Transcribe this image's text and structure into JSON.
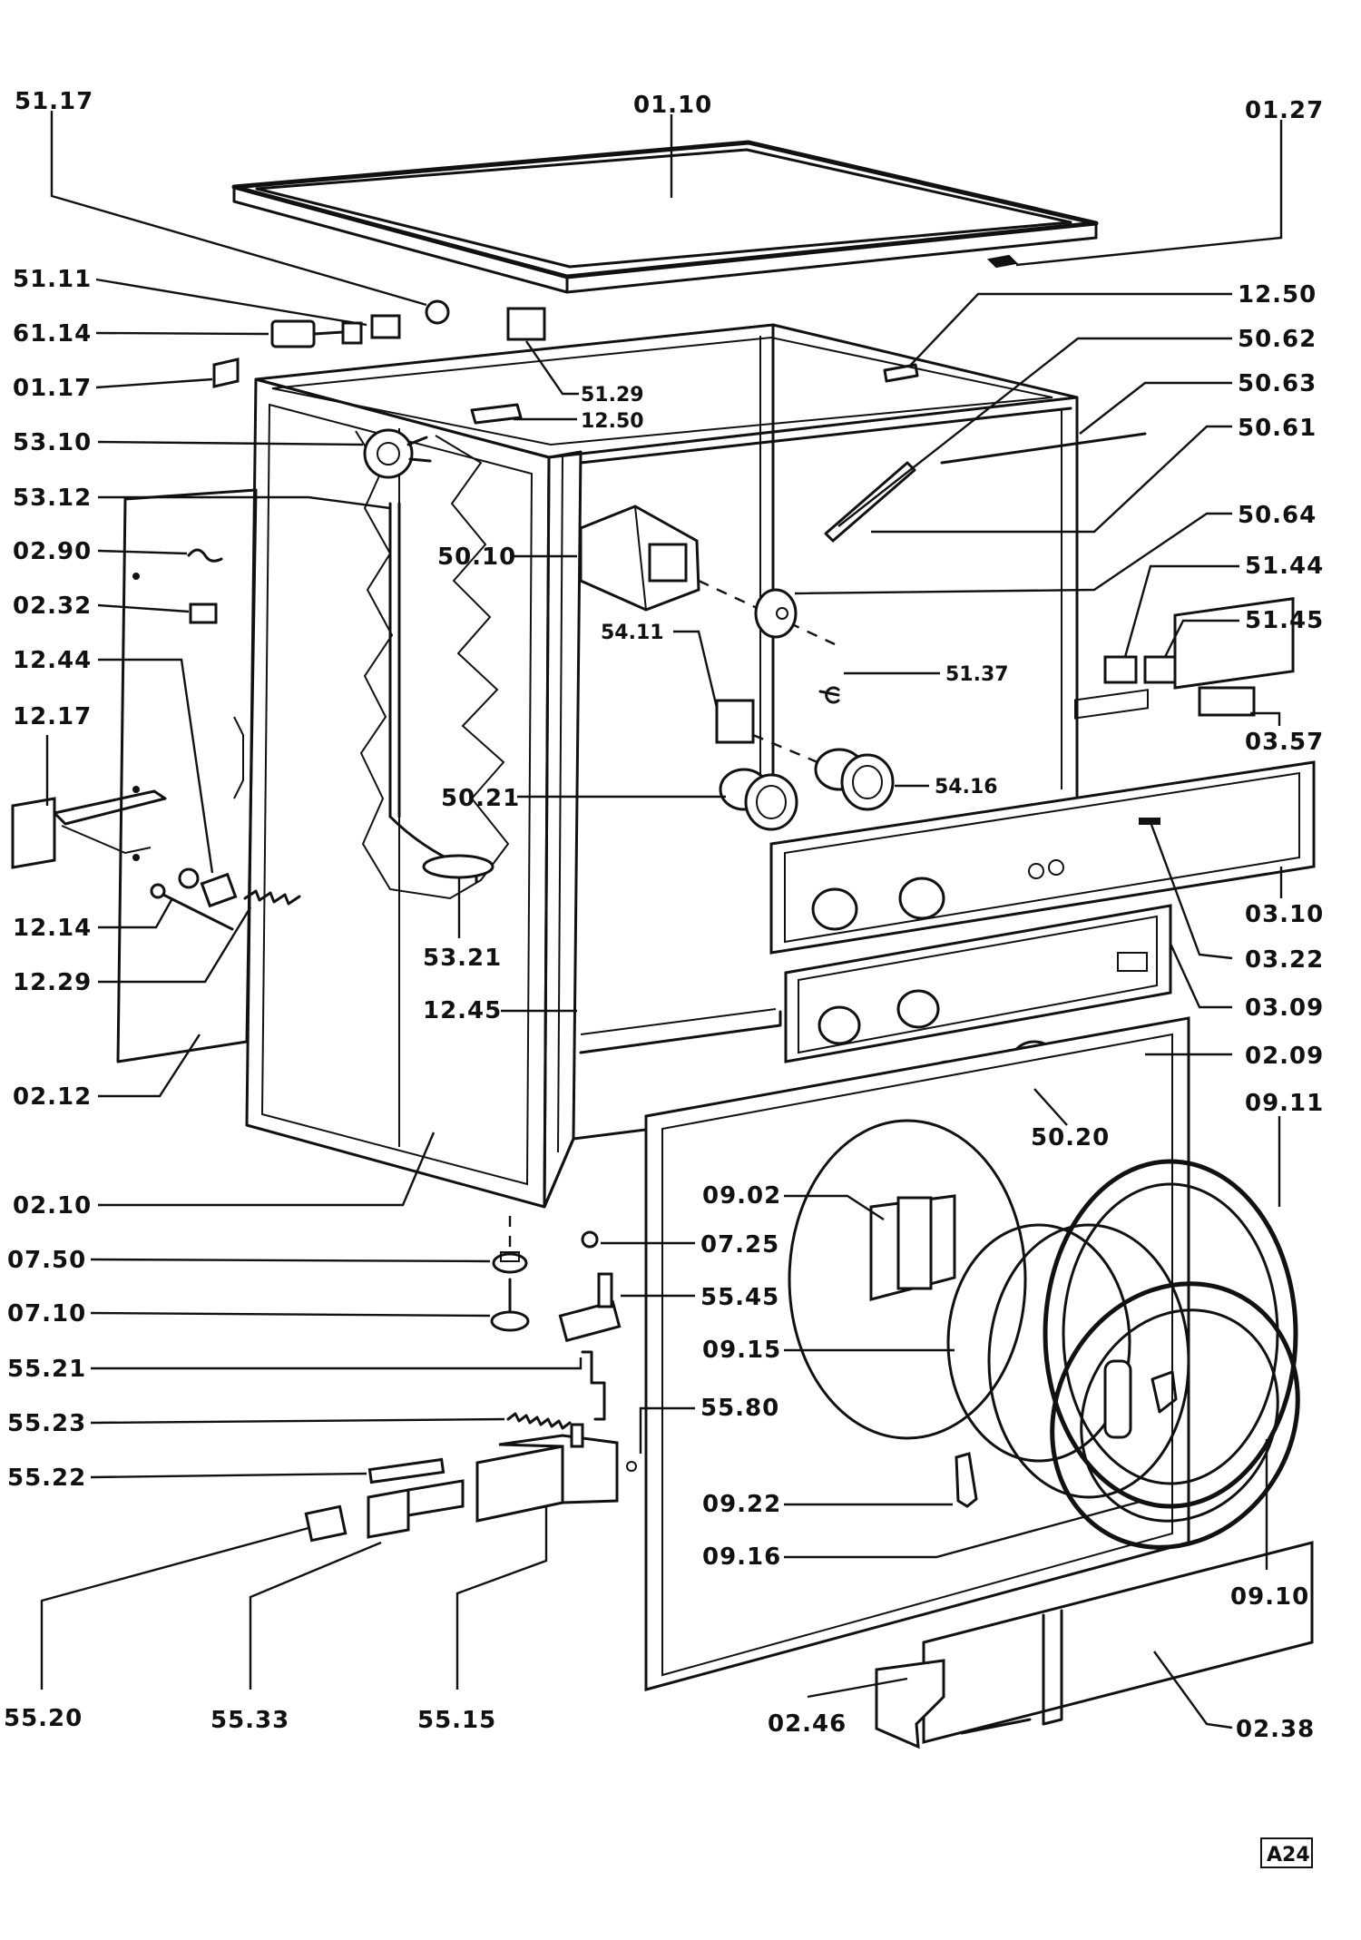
{
  "diagram": {
    "sheet_tag": "A24",
    "labels": {
      "l_51_17": "51.17",
      "l_01_10": "01.10",
      "l_01_27": "01.27",
      "l_51_11": "51.11",
      "l_12_50a": "12.50",
      "l_61_14": "61.14",
      "l_50_62": "50.62",
      "l_01_17": "01.17",
      "l_51_29": "51.29",
      "l_50_63": "50.63",
      "l_12_50b": "12.50",
      "l_53_10": "53.10",
      "l_50_61": "50.61",
      "l_53_12": "53.12",
      "l_50_64": "50.64",
      "l_02_90": "02.90",
      "l_50_10": "50.10",
      "l_51_44": "51.44",
      "l_02_32": "02.32",
      "l_54_11": "54.11",
      "l_51_45": "51.45",
      "l_12_44": "12.44",
      "l_51_37": "51.37",
      "l_12_17": "12.17",
      "l_03_57": "03.57",
      "l_54_16": "54.16",
      "l_50_21": "50.21",
      "l_12_14": "12.14",
      "l_03_10": "03.10",
      "l_53_21": "53.21",
      "l_03_22": "03.22",
      "l_12_29": "12.29",
      "l_03_09": "03.09",
      "l_12_45": "12.45",
      "l_02_09": "02.09",
      "l_02_12": "02.12",
      "l_09_11": "09.11",
      "l_50_20": "50.20",
      "l_02_10": "02.10",
      "l_09_02": "09.02",
      "l_07_25": "07.25",
      "l_07_50": "07.50",
      "l_55_45": "55.45",
      "l_07_10": "07.10",
      "l_09_15": "09.15",
      "l_55_21": "55.21",
      "l_55_80": "55.80",
      "l_55_23": "55.23",
      "l_55_22": "55.22",
      "l_09_22": "09.22",
      "l_09_16": "09.16",
      "l_09_10": "09.10",
      "l_55_20": "55.20",
      "l_55_33": "55.33",
      "l_55_15": "55.15",
      "l_02_46": "02.46",
      "l_02_38": "02.38"
    }
  }
}
